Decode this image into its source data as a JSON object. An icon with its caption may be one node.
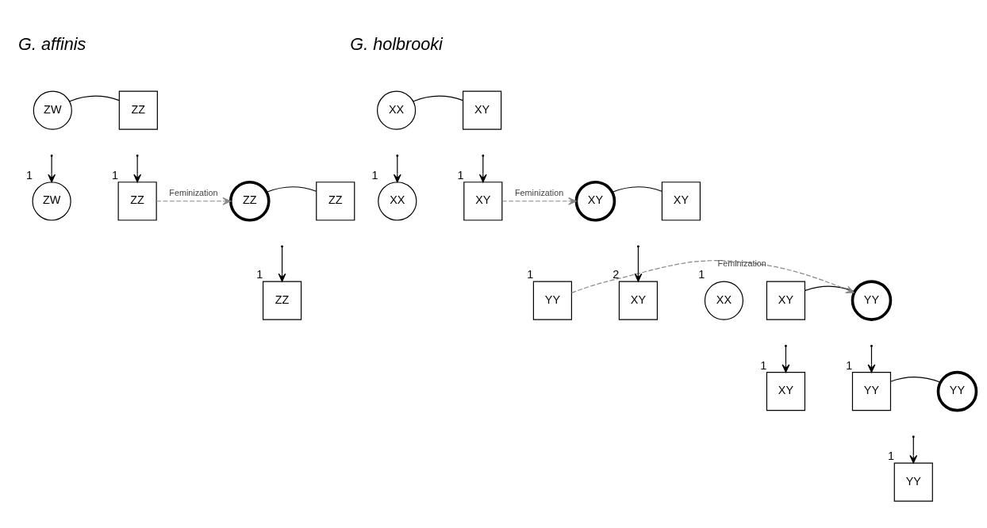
{
  "diagram": {
    "nodes": [
      {
        "text": [
          "ZW"
        ]
      },
      {
        "text": [
          "ZZ"
        ]
      },
      {
        "text": [
          "ZW"
        ],
        "beside": [
          "1"
        ]
      },
      {
        "text": [
          "ZZ"
        ],
        "beside": [
          "1"
        ]
      },
      {
        "text": [
          "ZZ"
        ]
      },
      {
        "text": [
          "ZZ"
        ]
      },
      {
        "text": [
          "ZZ"
        ],
        "beside": [
          "1"
        ]
      },
      {
        "text": [
          "XX"
        ]
      },
      {
        "text": [
          "XY"
        ]
      },
      {
        "text": [
          "XX"
        ],
        "beside": [
          "1"
        ]
      },
      {
        "text": [
          "XY"
        ],
        "beside": [
          "1"
        ]
      },
      {
        "text": [
          "XY"
        ]
      },
      {
        "text": [
          "XY"
        ]
      },
      {
        "text": [
          "XY"
        ]
      },
      {
        "text": [
          "YY"
        ]
      },
      {
        "text": [
          "YY"
        ],
        "beside": [
          "1"
        ]
      },
      {
        "text": [
          "XY"
        ],
        "beside": [
          "2"
        ]
      },
      {
        "text": [
          "XX"
        ],
        "beside": [
          "1"
        ]
      },
      {
        "text": [
          "XY"
        ],
        "beside": [
          "1"
        ]
      },
      {
        "text": [
          "YY"
        ],
        "beside": [
          "1"
        ]
      },
      {
        "text": [
          "YY"
        ]
      },
      {
        "text": [
          "YY"
        ],
        "beside": [
          "1"
        ]
      }
    ],
    "edges": [
      {
        "from": 0,
        "to": 1,
        "arrow": "none"
      },
      {
        "from": null,
        "to": 2,
        "arrow": "to"
      },
      {
        "from": null,
        "to": 3,
        "arrow": "to"
      },
      {
        "from": 3,
        "to": 4,
        "arrow": "to",
        "label": "Feminization",
        "style": "dashed",
        "color": "#888888"
      },
      {
        "from": 4,
        "to": 5,
        "arrow": "none"
      },
      {
        "from": null,
        "to": 6,
        "arrow": "to"
      },
      {
        "from": 7,
        "to": 8,
        "arrow": "none"
      },
      {
        "from": null,
        "to": 9,
        "arrow": "to"
      },
      {
        "from": null,
        "to": 10,
        "arrow": "to"
      },
      {
        "from": 10,
        "to": 11,
        "arrow": "to",
        "label": "Feminization",
        "style": "dashed",
        "color": "#888888"
      },
      {
        "from": 11,
        "to": 12,
        "arrow": "none"
      },
      {
        "from": null,
        "to": 16,
        "arrow": "to"
      },
      {
        "from": 15,
        "to": 14,
        "arrow": "to",
        "label": "Feminization",
        "style": "dashed",
        "color": "#888888"
      },
      {
        "from": 13,
        "to": 14,
        "arrow": "none"
      },
      {
        "from": null,
        "to": 18,
        "arrow": "to"
      },
      {
        "from": null,
        "to": 19,
        "arrow": "to"
      },
      {
        "from": 19,
        "to": 20,
        "arrow": "none"
      },
      {
        "from": null,
        "to": 21,
        "arrow": "to"
      }
    ],
    "labels": [
      "G. affinis",
      "G. holbrooki"
    ]
  }
}
